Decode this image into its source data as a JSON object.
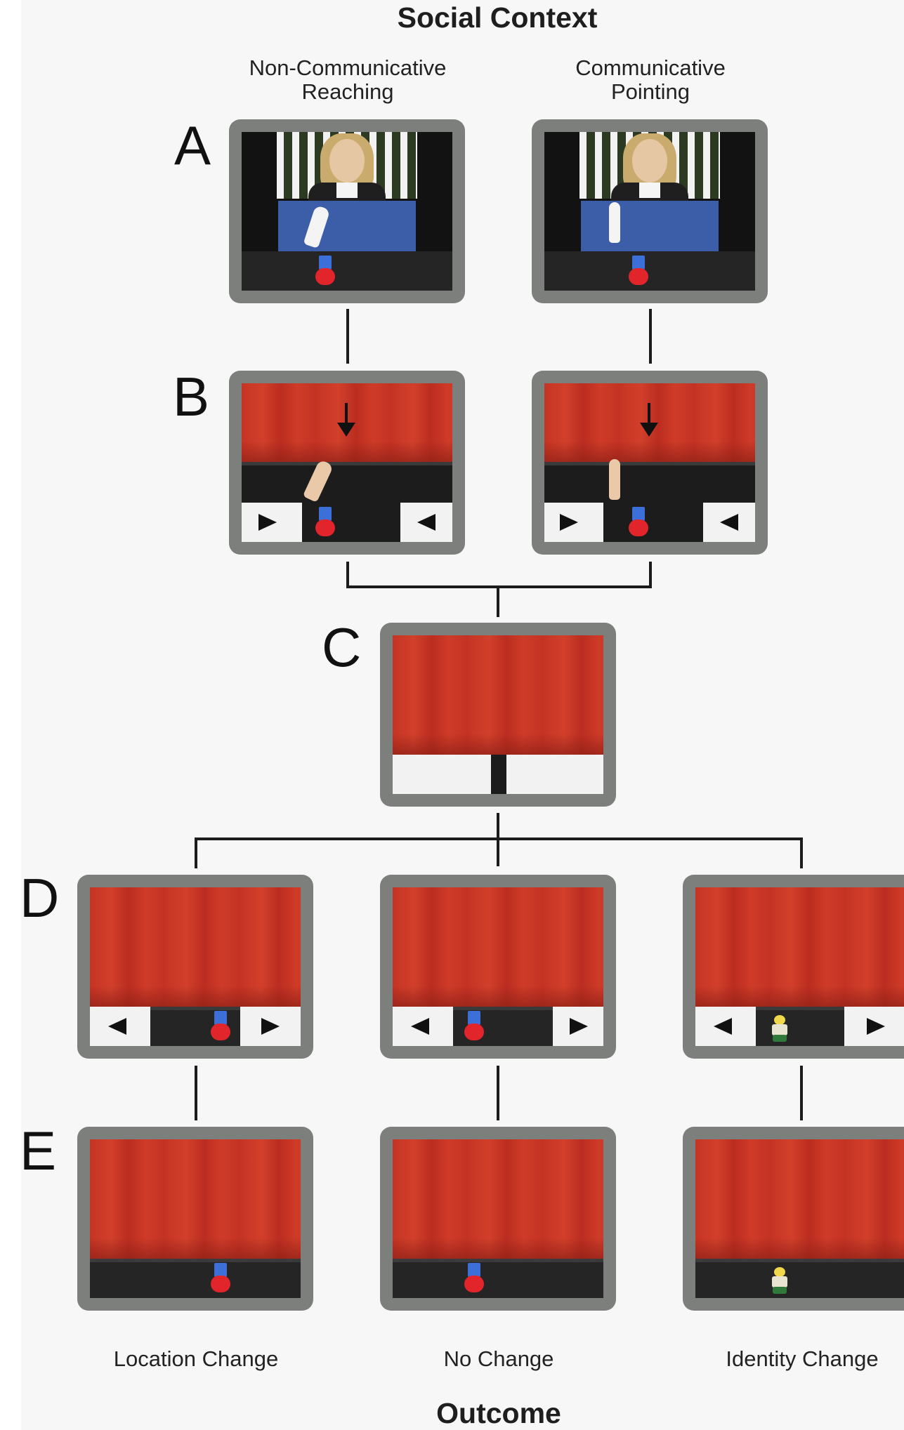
{
  "title_top": "Social Context",
  "title_bottom": "Outcome",
  "columns": [
    {
      "label": "Non-Communicative\nReaching"
    },
    {
      "label": "Communicative\nPointing"
    }
  ],
  "rows": [
    "A",
    "B",
    "C",
    "D",
    "E"
  ],
  "outcomes": [
    "Location Change",
    "No Change",
    "Identity Change"
  ],
  "colors": {
    "curtain": "#c53324",
    "toy_top": "#3d6fd8",
    "toy_bottom": "#e2252b",
    "frame": "#7c7f7c",
    "table": "#3c5ea8"
  }
}
